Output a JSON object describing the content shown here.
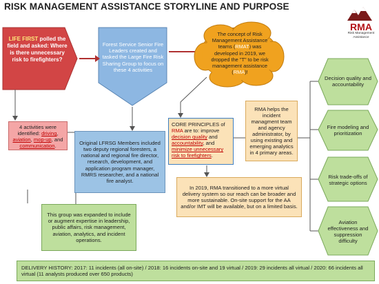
{
  "title": "RISK MANAGEMENT ASSISTANCE STORYLINE AND PURPOSE",
  "logo": {
    "text": "RMA",
    "sub": "Risk Management Assistance"
  },
  "life_first": {
    "pre": "LIFE FIRST",
    "rest": " polled the field and asked: Where is there unnecessary risk to firefighters?"
  },
  "leaders": {
    "text": "Forest Service Senior Fire Leaders created and tasked the Large Fire Risk Sharing Group to focus on these 4 activities"
  },
  "cloud": {
    "p1": "The concept of Risk Management Assistance teams (",
    "rmat": "RMAT",
    "p2": ") was developed in 2019, we dropped the \"T\" to be risk management assistance (",
    "rma": "RMA",
    "p3": ")!"
  },
  "activities": {
    "pre": "4 activities were identified: ",
    "a1": "driving",
    "a2": "aviation",
    "a3": "mop-up",
    "and": ", and ",
    "a4": "communication",
    "end": "."
  },
  "members": {
    "text": "Original LFRSG Members included two deputy regional foresters, a national and regional fire director, research, development, and application program manager, RMRS researcher, and a national fire analyst."
  },
  "expanded": {
    "text": "This group was expanded to include or augment expertise in leadership, public affairs, risk management, aviation, analytics, and incident operations."
  },
  "core": {
    "pre": "CORE PRINCIPLES of ",
    "rma": "RMA",
    "mid": " are to: improve ",
    "u1": "decision quality",
    "and": " and ",
    "u2": "accountability",
    "and2": ", and ",
    "u3": "minimize unnecessary risk to firefighters",
    "end": "."
  },
  "helps": {
    "text": "RMA helps the incident managment team and agency administrator, by using existing and emerging analytics in 4 primary areas."
  },
  "virtual": {
    "text": "In 2019, RMA transitioned to a more virtual delivery system so our reach can be broader and more sustainable. On-site support for the AA and/or IMT will be available, but on a limited basis."
  },
  "areas": [
    {
      "label": "Decision quality and accountability"
    },
    {
      "label": "Fire modeling and prioritization"
    },
    {
      "label": "Risk trade-offs of strategic options"
    },
    {
      "label": "Aviation effectiveness and suppression difficulty"
    }
  ],
  "delivery": {
    "text": "DELIVERY HISTORY: 2017: 11 incidents (all on-site) / 2018: 16 incidents on-site and 19 virtual / 2019: 29 incidents all virtual / 2020: 66 incidents all virtual  (11 analysts produced over 650 products)"
  },
  "colors": {
    "green": "#bedf9d",
    "blue": "#9cc3e5",
    "orange": "#fbe2b8",
    "pink": "#f4a6a6",
    "red": "#d24545",
    "cloud": "#f0a21f"
  }
}
